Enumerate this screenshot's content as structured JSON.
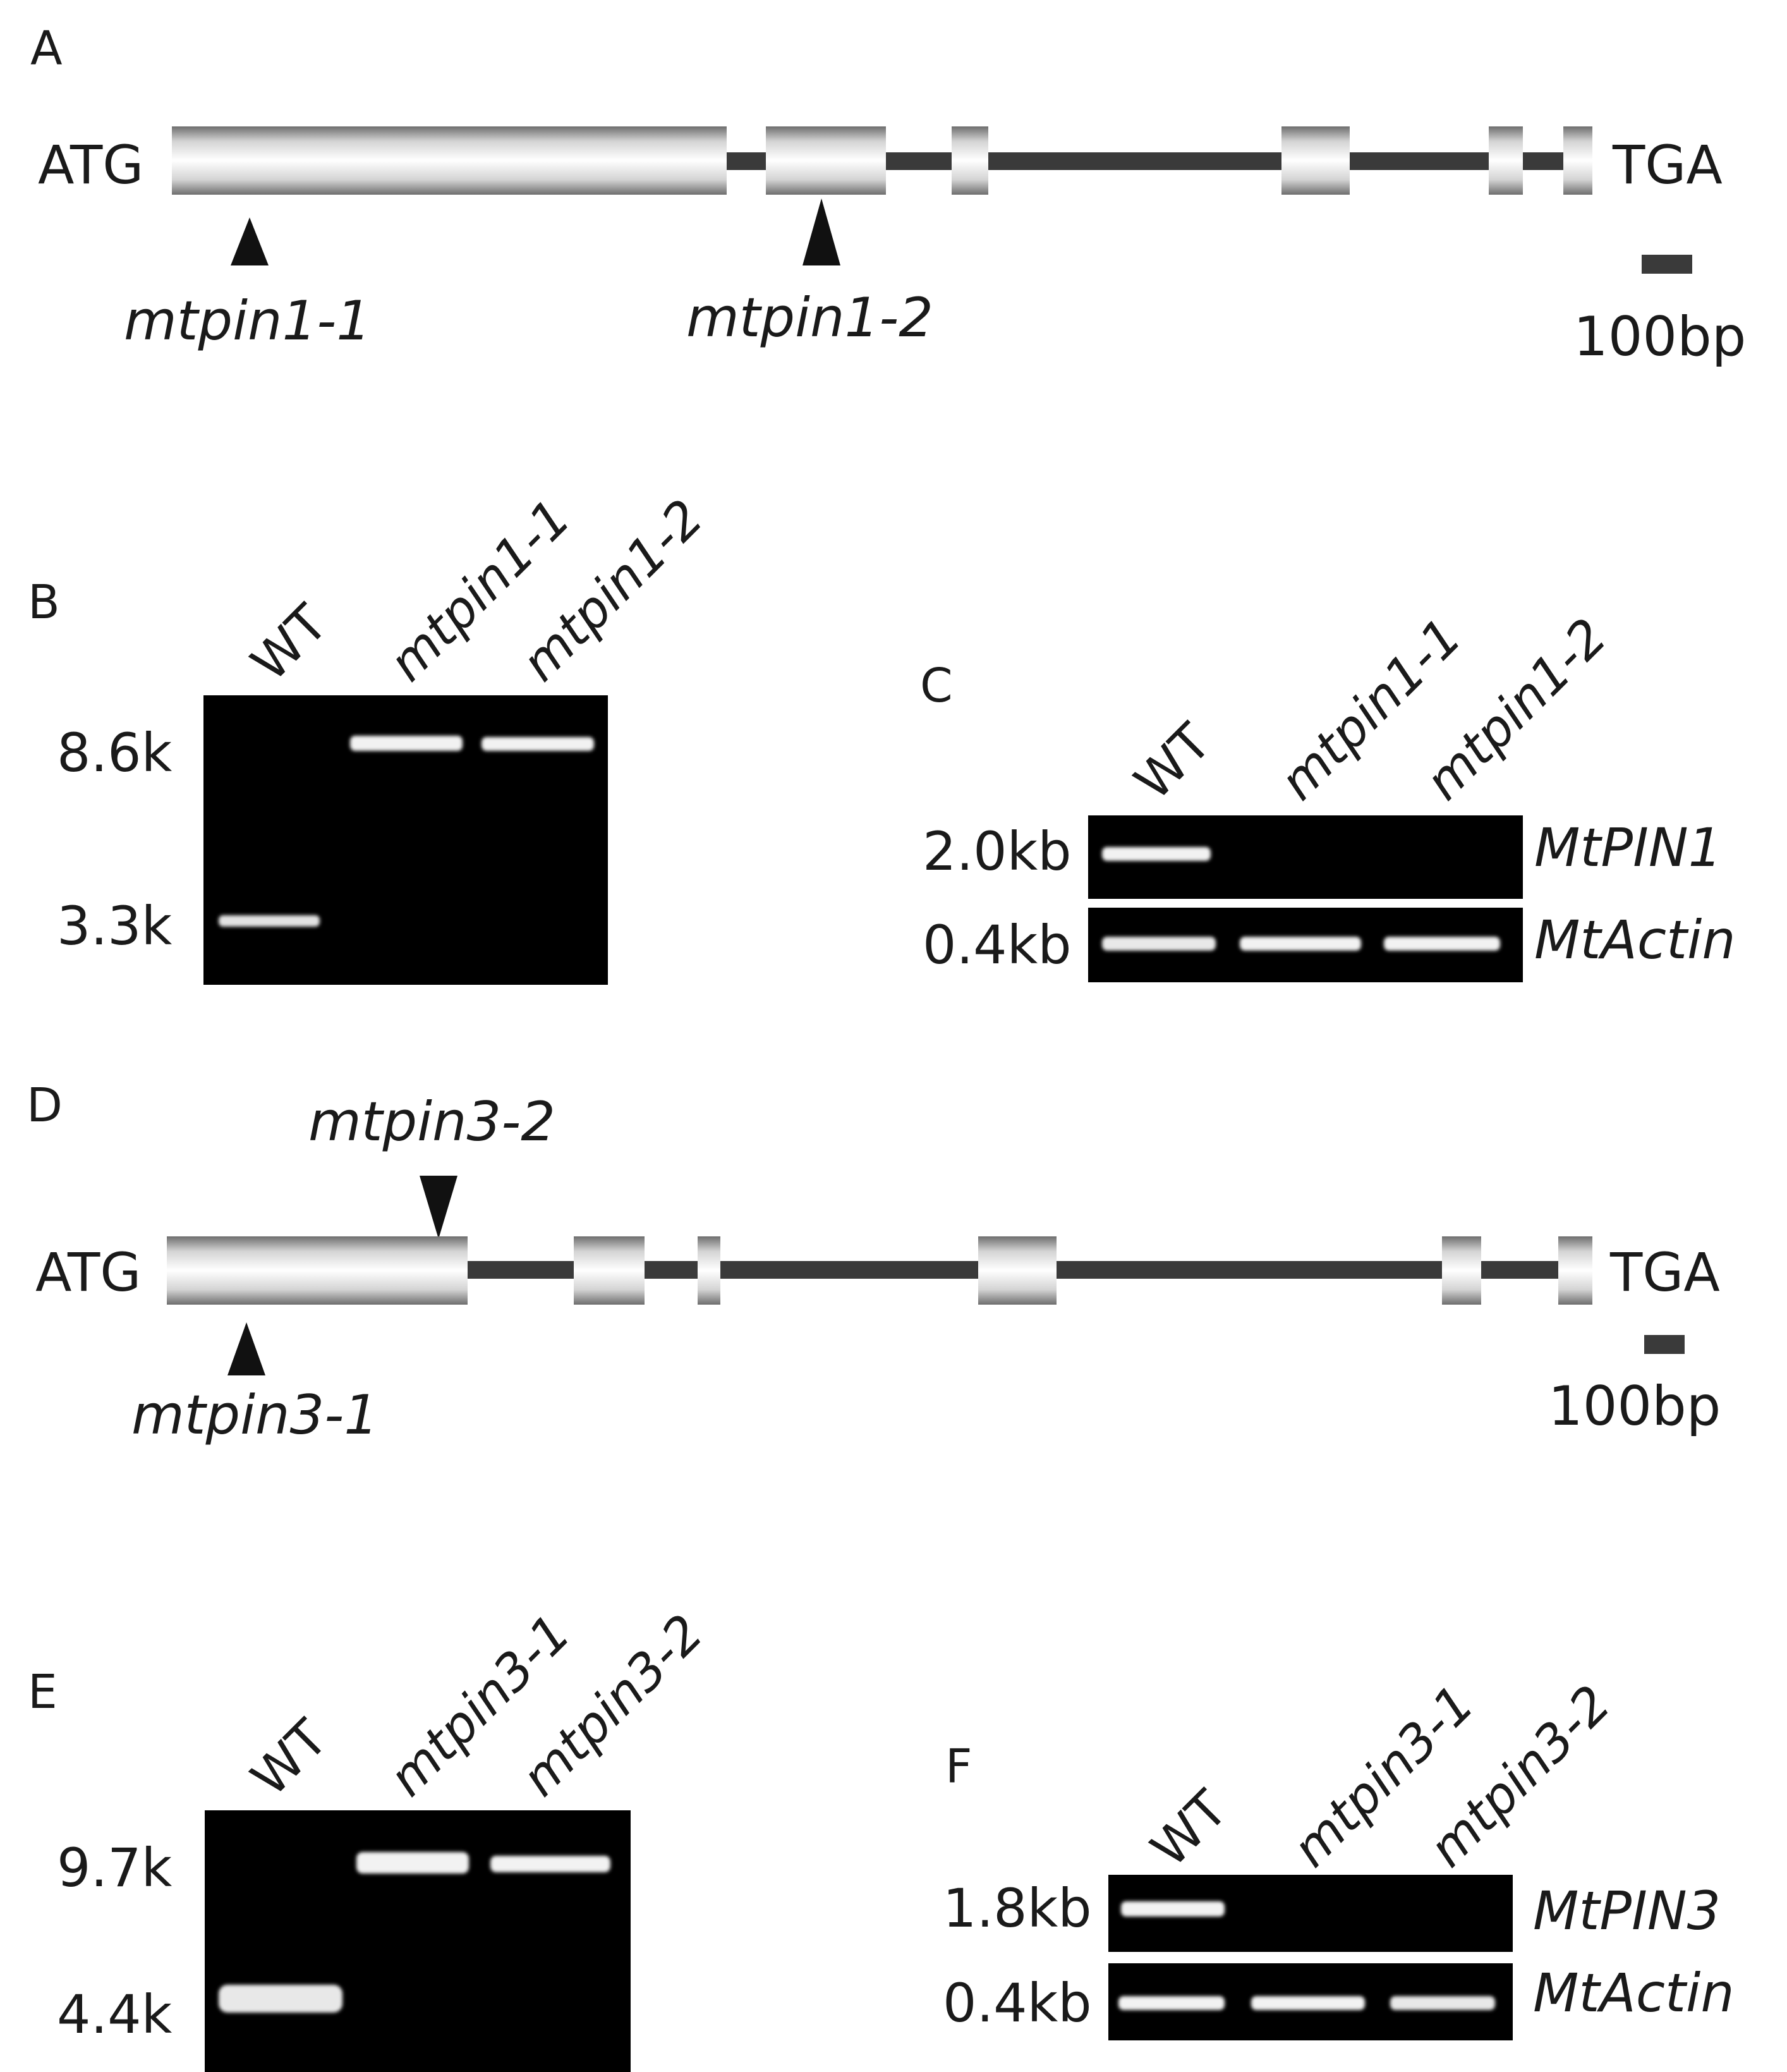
{
  "panels": {
    "A": {
      "letter": "A",
      "start": "ATG",
      "stop": "TGA",
      "insertions": [
        "mtpin1-1",
        "mtpin1-2"
      ],
      "scale": "100bp"
    },
    "B": {
      "letter": "B",
      "lanes": [
        "WT",
        "mtpin1-1",
        "mtpin1-2"
      ],
      "markers": [
        "8.6k",
        "3.3k"
      ]
    },
    "C": {
      "letter": "C",
      "lanes": [
        "WT",
        "mtpin1-1",
        "mtpin1-2"
      ],
      "rows": [
        {
          "size": "2.0kb",
          "gene": "MtPIN1"
        },
        {
          "size": "0.4kb",
          "gene": "MtActin"
        }
      ]
    },
    "D": {
      "letter": "D",
      "start": "ATG",
      "stop": "TGA",
      "insertions": [
        "mtpin3-1",
        "mtpin3-2"
      ],
      "scale": "100bp"
    },
    "E": {
      "letter": "E",
      "lanes": [
        "WT",
        "mtpin3-1",
        "mtpin3-2"
      ],
      "markers": [
        "9.7k",
        "4.4k"
      ]
    },
    "F": {
      "letter": "F",
      "lanes": [
        "WT",
        "mtpin3-1",
        "mtpin3-2"
      ],
      "rows": [
        {
          "size": "1.8kb",
          "gene": "MtPIN3"
        },
        {
          "size": "0.4kb",
          "gene": "MtActin"
        }
      ]
    }
  },
  "colors": {
    "intron": "#3a3a3a",
    "gel_background": "#000000",
    "band": "#f2f2f2",
    "text": "#1a1a1a"
  }
}
